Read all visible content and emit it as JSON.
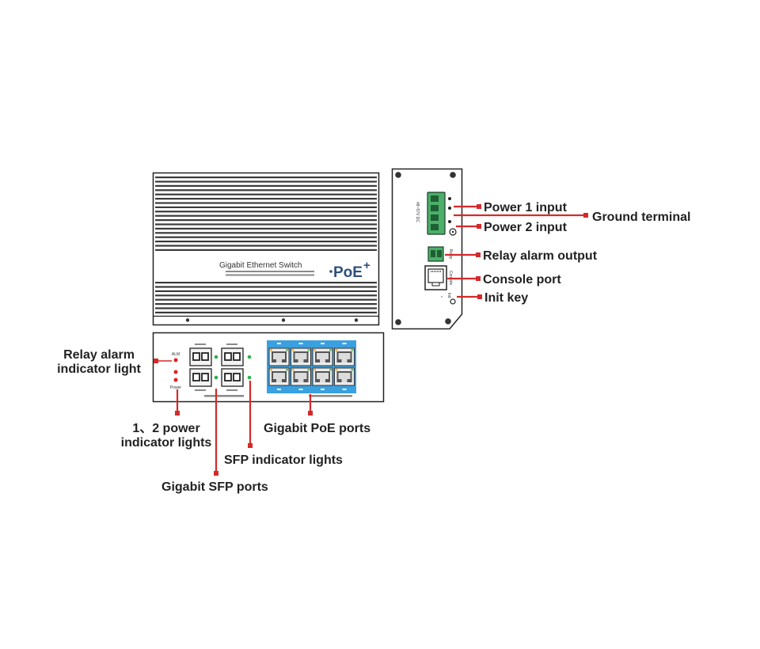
{
  "device": {
    "product_name": "Gigabit Ethernet Switch",
    "logo_main": "PoE",
    "logo_sup": "+",
    "side_panel": {
      "power_label": "48~57V DC",
      "relay_label": "Relay",
      "console_label": "Console",
      "init_label": "Init"
    },
    "front_panel": {
      "alarm_led_label": "ALM",
      "power_led_label": "Power"
    }
  },
  "callouts": {
    "power1": "Power 1 input",
    "ground": "Ground terminal",
    "power2": "Power 2 input",
    "relay_output": "Relay alarm output",
    "console": "Console port",
    "init": "Init key",
    "relay_light": [
      "Relay alarm",
      "indicator light"
    ],
    "power_lights": [
      "1、2 power",
      "indicator lights"
    ],
    "poe_ports": "Gigabit PoE ports",
    "sfp_lights": "SFP indicator lights",
    "sfp_ports": "Gigabit SFP ports"
  },
  "colors": {
    "callout": "#d42a2a",
    "terminal": "#4caf6a",
    "poe_panel": "#3aa0e0",
    "led_red": "#e02020",
    "led_green": "#2bb24c",
    "logo": "#2d4f7c"
  }
}
